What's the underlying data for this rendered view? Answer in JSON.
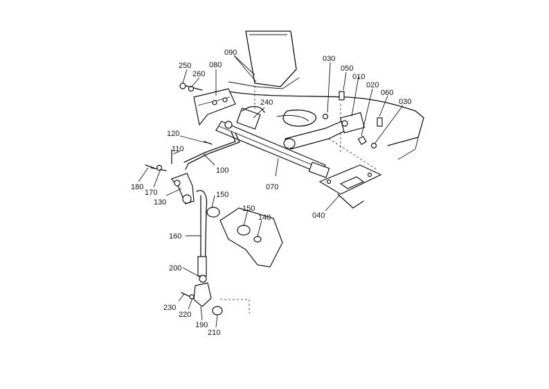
{
  "callouts": [
    {
      "id": "c250",
      "text": "250"
    },
    {
      "id": "c260",
      "text": "260"
    },
    {
      "id": "c080",
      "text": "080"
    },
    {
      "id": "c090",
      "text": "090"
    },
    {
      "id": "c030a",
      "text": "030"
    },
    {
      "id": "c050",
      "text": "050"
    },
    {
      "id": "c010",
      "text": "010"
    },
    {
      "id": "c020",
      "text": "020"
    },
    {
      "id": "c060",
      "text": "060"
    },
    {
      "id": "c030b",
      "text": "030"
    },
    {
      "id": "c240",
      "text": "240"
    },
    {
      "id": "c120",
      "text": "120"
    },
    {
      "id": "c110",
      "text": "110"
    },
    {
      "id": "c100",
      "text": "100"
    },
    {
      "id": "c070",
      "text": "070"
    },
    {
      "id": "c040",
      "text": "040"
    },
    {
      "id": "c180",
      "text": "180"
    },
    {
      "id": "c170",
      "text": "170"
    },
    {
      "id": "c130",
      "text": "130"
    },
    {
      "id": "c150a",
      "text": "150"
    },
    {
      "id": "c150b",
      "text": "150"
    },
    {
      "id": "c140",
      "text": "140"
    },
    {
      "id": "c160",
      "text": "160"
    },
    {
      "id": "c200",
      "text": "200"
    },
    {
      "id": "c230",
      "text": "230"
    },
    {
      "id": "c220",
      "text": "220"
    },
    {
      "id": "c190",
      "text": "190"
    },
    {
      "id": "c210",
      "text": "210"
    }
  ]
}
